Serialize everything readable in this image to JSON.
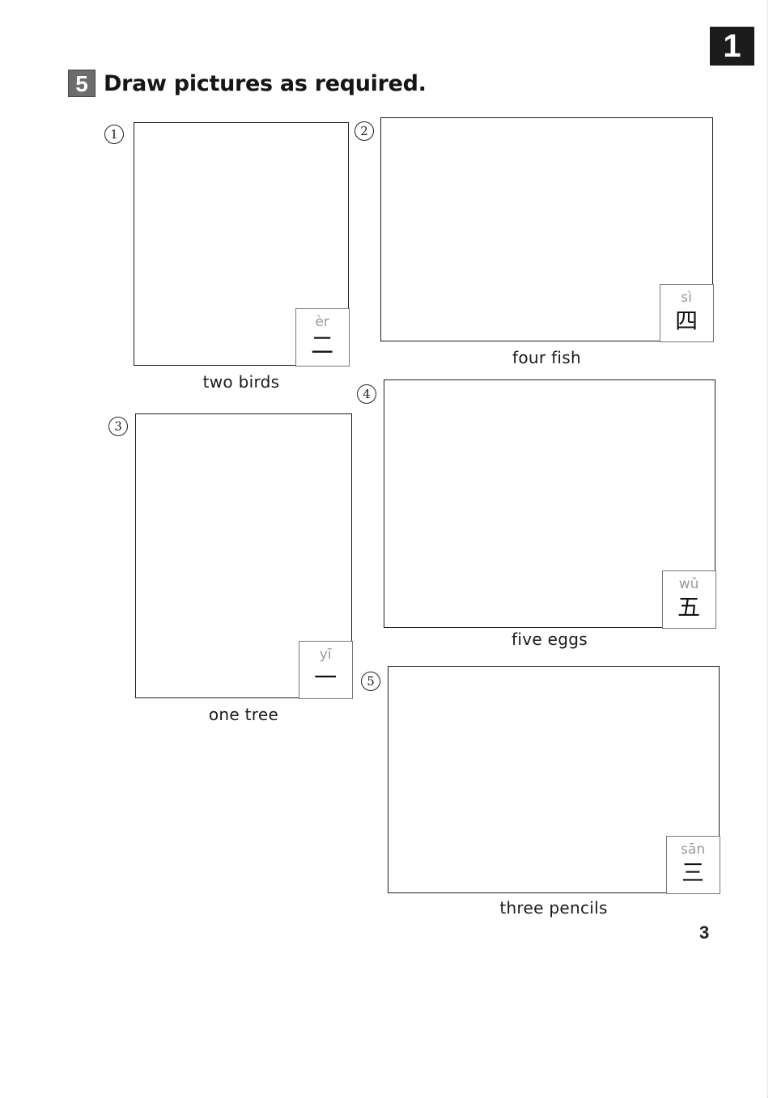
{
  "unit": {
    "number": "1"
  },
  "exercise": {
    "number": "5",
    "instruction": "Draw pictures as required."
  },
  "items": [
    {
      "marker": "1",
      "caption": "two birds",
      "hint": {
        "pinyin": "èr",
        "hanzi": "二"
      }
    },
    {
      "marker": "2",
      "caption": "four fish",
      "hint": {
        "pinyin": "sì",
        "hanzi": "四"
      }
    },
    {
      "marker": "3",
      "caption": "one tree",
      "hint": {
        "pinyin": "yī",
        "hanzi": "一"
      }
    },
    {
      "marker": "4",
      "caption": "five eggs",
      "hint": {
        "pinyin": "wǔ",
        "hanzi": "五"
      }
    },
    {
      "marker": "5",
      "caption": "three pencils",
      "hint": {
        "pinyin": "sān",
        "hanzi": "三"
      }
    }
  ],
  "page": {
    "number": "3"
  }
}
